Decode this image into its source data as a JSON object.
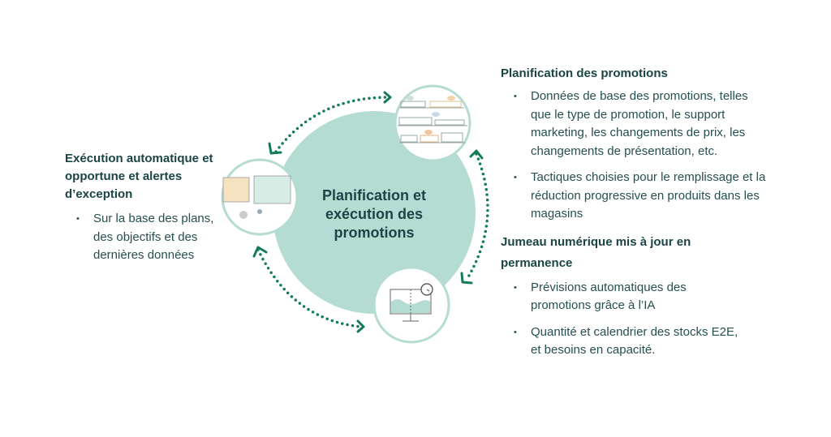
{
  "center": {
    "title": "Planification et exécution des promotions"
  },
  "left": {
    "heading": "Exécution automatique et opportune et alertes d’exception",
    "bullets": [
      "Sur la base des plans, des objectifs et des dernières données"
    ]
  },
  "right": {
    "sections": [
      {
        "heading": "Planification des promotions",
        "bullets": [
          "Données de base des promotions, telles que le type de promotion, le support marketing, les changements de prix, les changements de présentation, etc.",
          "Tactiques choisies pour le remplissage et la réduction progressive en produits dans les magasins"
        ]
      },
      {
        "heading": "Jumeau numérique mis à jour en permanence",
        "bullets": [
          "Prévisions automatiques des promotions grâce à l’IA",
          "Quantité et calendrier des stocks E2E, et besoins en capacité."
        ]
      }
    ]
  },
  "colors": {
    "circle": "#b5dcd2",
    "arrow": "#137a5a",
    "text": "#1a4446"
  }
}
